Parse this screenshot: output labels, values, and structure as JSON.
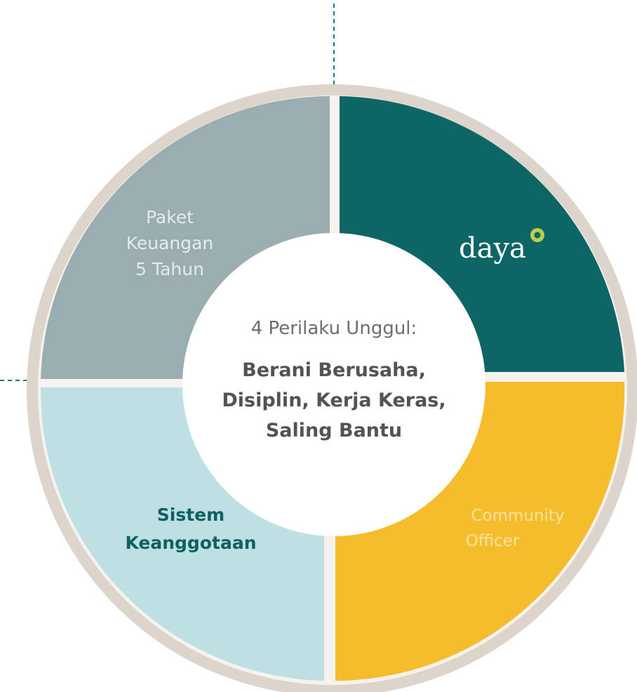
{
  "colors": {
    "ring": "#ddd5cb",
    "top_left": "#9aaeb1",
    "top_right": "#0e6566",
    "bottom_left": "#bde0e2",
    "bottom_right": "#f5bd2b",
    "center": "#ffffff",
    "guide_line": "#1a7c86",
    "center_title_text": "#6b6e6e",
    "center_body_text": "#56524e",
    "light_label_text": "#e3ebeb",
    "dark_label_text": "#0f6063",
    "yellow_label_text": "#f7e2a4",
    "logo_text": "#ffffff",
    "logo_mark": "#b7cf4a"
  },
  "quadrants": {
    "top_left": {
      "lines": [
        "Paket",
        "Keuangan",
        "5 Tahun"
      ]
    },
    "top_right": {
      "logo": "daya",
      "icon": "daya-logo-mark-icon"
    },
    "bottom_left": {
      "lines": [
        "Sistem",
        "Keanggotaan"
      ]
    },
    "bottom_right": {
      "lines": [
        "Community",
        "Officer"
      ]
    }
  },
  "center": {
    "title": "4 Perilaku Unggul:",
    "body_lines": [
      "Berani Berusaha,",
      "Disiplin, Kerja Keras,",
      "Saling Bantu"
    ]
  }
}
